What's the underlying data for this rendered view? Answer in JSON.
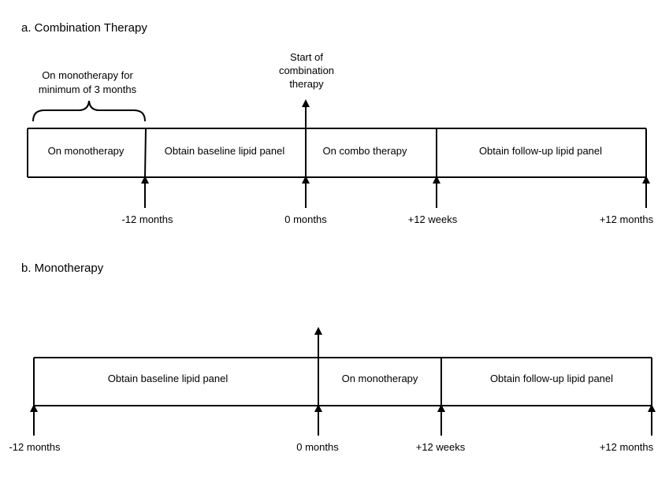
{
  "panel_a": {
    "title": "a. Combination Therapy",
    "brace_label_line1": "On monotherapy for",
    "brace_label_line2": "minimum of 3 months",
    "start_label_line1": "Start of",
    "start_label_line2": "combination",
    "start_label_line3": "therapy",
    "segments": [
      "On monotherapy",
      "Obtain baseline lipid panel",
      "On combo therapy",
      "Obtain follow-up lipid panel"
    ],
    "ticks": [
      "-12 months",
      "0 months",
      "+12 weeks",
      "+12 months"
    ]
  },
  "panel_b": {
    "title": "b. Monotherapy",
    "segments": [
      "Obtain baseline lipid panel",
      "On monotherapy",
      "Obtain follow-up lipid panel"
    ],
    "ticks": [
      "-12 months",
      "0 months",
      "+12 weeks",
      "+12 months"
    ]
  }
}
